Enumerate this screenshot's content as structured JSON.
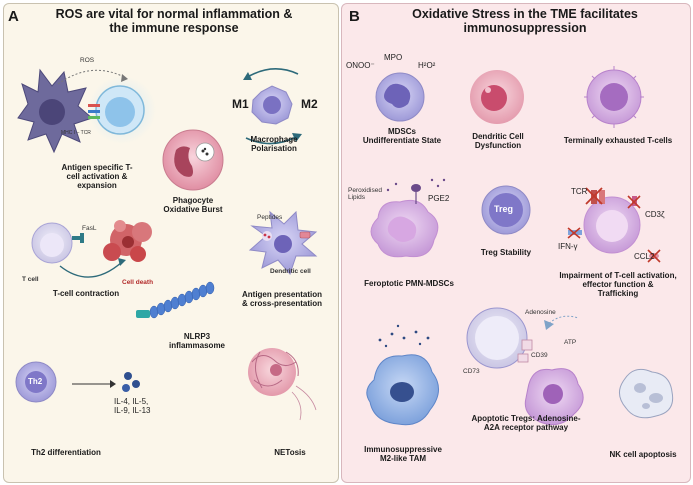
{
  "panel_a": {
    "letter": "A",
    "title_line1": "ROS are vital for normal inflammation &",
    "title_line2": "the immune response",
    "antigen_label": [
      "Antigen specific T-",
      "cell activation &",
      "expansion"
    ],
    "ros_tag": "ROS",
    "mhc_tag": "MHC I – TCR",
    "phagocyte_label": [
      "Phagocyte",
      "Oxidative Burst"
    ],
    "m1": "M1",
    "m2": "M2",
    "macrophage_label": [
      "Macrophage",
      "Polarisation"
    ],
    "fasl_tag": "FasL",
    "tcell_tag": "T cell",
    "celldeath_tag": "Cell death",
    "tcontraction_label": "T-cell contraction",
    "peptides_tag": "Peptides",
    "dendritic_tag": "Dendritic cell",
    "antigen_presentation_label": [
      "Antigen  presentation",
      "& cross-presentation"
    ],
    "nlrp3_label": [
      "NLRP3",
      "inflammasome"
    ],
    "th2_tag": "Th2",
    "il_line1": "IL-4, IL-5,",
    "il_line2": "IL-9, IL-13",
    "th2_label": "Th2 differentiation",
    "netosis_label": "NETosis"
  },
  "panel_b": {
    "letter": "B",
    "title_line1": "Oxidative Stress in the TME facilitates",
    "title_line2": "immunosuppression",
    "onoo": "ONOO⁻",
    "mpo": "MPO",
    "h2o2": "H²O²",
    "mdsc_label": [
      "MDSCs",
      "Undifferentiate State"
    ],
    "dendritic_label": [
      "Dendritic Cell",
      "Dysfunction"
    ],
    "exhausted_label": "Terminally exhausted T-cells",
    "peroxidised_tag": [
      "Peroxidised",
      "Lipids"
    ],
    "pge2_tag": "PGE2",
    "treg_tag": "Treg",
    "tcr_tag": "TCR",
    "cd3_tag": "CD3ζ",
    "ifn_tag": "IFN-γ",
    "ccl2_tag": "CCL2",
    "ferroptotic_label": "Feroptotic PMN-MDSCs",
    "treg_stability_label": "Treg Stability",
    "impairment_label": [
      "Impairment of T-cell activation,",
      "effector function &",
      "Trafficking"
    ],
    "adenosine_tag": "Adenosine",
    "atp_tag": "ATP",
    "cd39_tag": "CD39",
    "cd73_tag": "CD73",
    "tam_label": [
      "Immunosuppressive",
      "M2-like TAM"
    ],
    "apoptotic_label": [
      "Apoptotic Tregs: Adenosine-",
      "A2A receptor pathway"
    ],
    "nk_label": "NK cell apoptosis"
  },
  "colors": {
    "panel_a_bg": "#fbf6ea",
    "panel_b_bg": "#fbe8ea",
    "cell_purple": "#a9a6e0",
    "nucleus_purple": "#6d63b8",
    "phagocyte_pink": "#e6a1b2",
    "cell_death_red": "#c9474a",
    "tam_blue": "#7fa3dc",
    "dendritic_pink": "#e48fa6",
    "accent_teal": "#1f6f78"
  }
}
